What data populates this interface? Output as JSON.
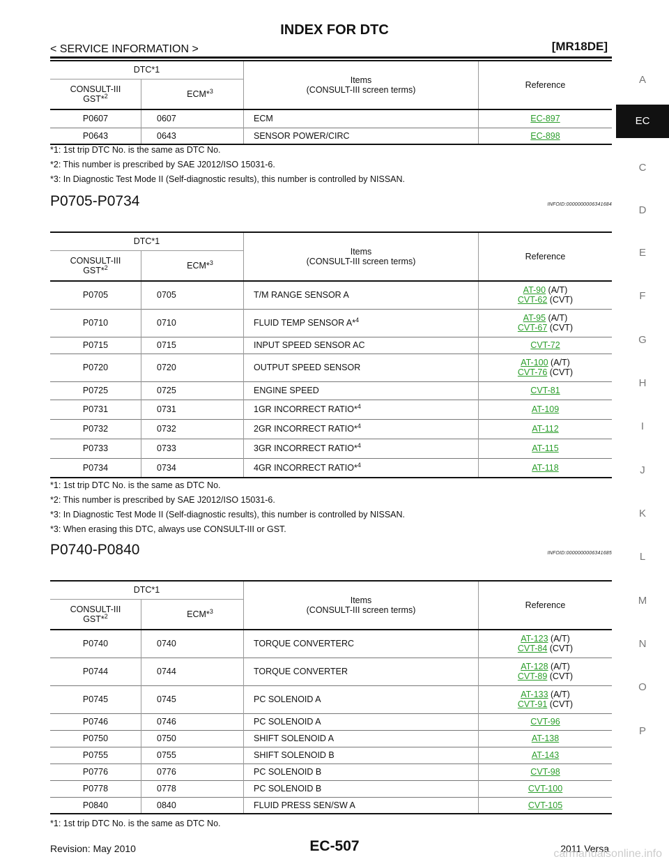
{
  "header": {
    "title": "INDEX FOR DTC",
    "left": "< SERVICE INFORMATION >",
    "right": "[MR18DE]"
  },
  "side_index": [
    "A",
    "EC",
    "C",
    "D",
    "E",
    "F",
    "G",
    "H",
    "I",
    "J",
    "K",
    "L",
    "M",
    "N",
    "O",
    "P"
  ],
  "table_header": {
    "dtc": "DTC*1",
    "consult": "CONSULT-III",
    "gst": "GST*",
    "gst_sup": "2",
    "ecm": "ECM*",
    "ecm_sup": "3",
    "items1": "Items",
    "items2": "(CONSULT-III screen terms)",
    "reference": "Reference"
  },
  "table1": {
    "rows": [
      {
        "consult": "P0607",
        "ecm": "0607",
        "item": "ECM",
        "sup": "",
        "refs": [
          {
            "link": "EC-897",
            "suffix": ""
          }
        ]
      },
      {
        "consult": "P0643",
        "ecm": "0643",
        "item": "SENSOR POWER/CIRC",
        "sup": "",
        "refs": [
          {
            "link": "EC-898",
            "suffix": ""
          }
        ]
      }
    ],
    "notes": [
      "*1: 1st trip DTC No. is the same as DTC No.",
      "*2: This number is prescribed by SAE J2012/ISO 15031-6.",
      "*3: In Diagnostic Test Mode II (Self-diagnostic results), this number is controlled by NISSAN."
    ]
  },
  "section2": {
    "title": "P0705-P0734",
    "infoid": "INFOID:0000000006341684",
    "rows": [
      {
        "consult": "P0705",
        "ecm": "0705",
        "item": "T/M RANGE SENSOR A",
        "sup": "",
        "refs": [
          {
            "link": "AT-90",
            "suffix": " (A/T)"
          },
          {
            "link": "CVT-62",
            "suffix": " (CVT)"
          }
        ]
      },
      {
        "consult": "P0710",
        "ecm": "0710",
        "item": "FLUID TEMP SENSOR A*",
        "sup": "4",
        "refs": [
          {
            "link": "AT-95",
            "suffix": " (A/T)"
          },
          {
            "link": "CVT-67",
            "suffix": " (CVT)"
          }
        ]
      },
      {
        "consult": "P0715",
        "ecm": "0715",
        "item": "INPUT SPEED SENSOR AC",
        "sup": "",
        "refs": [
          {
            "link": "CVT-72",
            "suffix": ""
          }
        ]
      },
      {
        "consult": "P0720",
        "ecm": "0720",
        "item": "OUTPUT SPEED SENSOR",
        "sup": "",
        "refs": [
          {
            "link": "AT-100",
            "suffix": " (A/T)"
          },
          {
            "link": "CVT-76",
            "suffix": " (CVT)"
          }
        ]
      },
      {
        "consult": "P0725",
        "ecm": "0725",
        "item": "ENGINE SPEED",
        "sup": "",
        "refs": [
          {
            "link": "CVT-81",
            "suffix": ""
          }
        ]
      },
      {
        "consult": "P0731",
        "ecm": "0731",
        "item": "1GR INCORRECT RATIO*",
        "sup": "4",
        "refs": [
          {
            "link": "AT-109",
            "suffix": ""
          }
        ]
      },
      {
        "consult": "P0732",
        "ecm": "0732",
        "item": "2GR INCORRECT RATIO*",
        "sup": "4",
        "refs": [
          {
            "link": "AT-112",
            "suffix": ""
          }
        ]
      },
      {
        "consult": "P0733",
        "ecm": "0733",
        "item": "3GR INCORRECT RATIO*",
        "sup": "4",
        "refs": [
          {
            "link": "AT-115",
            "suffix": ""
          }
        ]
      },
      {
        "consult": "P0734",
        "ecm": "0734",
        "item": "4GR INCORRECT RATIO*",
        "sup": "4",
        "refs": [
          {
            "link": "AT-118",
            "suffix": ""
          }
        ]
      }
    ],
    "notes": [
      "*1: 1st trip DTC No. is the same as DTC No.",
      "*2: This number is prescribed by SAE J2012/ISO 15031-6.",
      "*3: In Diagnostic Test Mode II (Self-diagnostic results), this number is controlled by NISSAN.",
      "*3: When erasing this DTC, always use CONSULT-III or GST."
    ]
  },
  "section3": {
    "title": "P0740-P0840",
    "infoid": "INFOID:0000000006341685",
    "rows": [
      {
        "consult": "P0740",
        "ecm": "0740",
        "item": "TORQUE CONVERTERC",
        "sup": "",
        "refs": [
          {
            "link": "AT-123",
            "suffix": " (A/T)"
          },
          {
            "link": "CVT-84",
            "suffix": " (CVT)"
          }
        ]
      },
      {
        "consult": "P0744",
        "ecm": "0744",
        "item": "TORQUE CONVERTER",
        "sup": "",
        "refs": [
          {
            "link": "AT-128",
            "suffix": " (A/T)"
          },
          {
            "link": "CVT-89",
            "suffix": " (CVT)"
          }
        ]
      },
      {
        "consult": "P0745",
        "ecm": "0745",
        "item": "PC SOLENOID A",
        "sup": "",
        "refs": [
          {
            "link": "AT-133",
            "suffix": " (A/T)"
          },
          {
            "link": "CVT-91",
            "suffix": " (CVT)"
          }
        ]
      },
      {
        "consult": "P0746",
        "ecm": "0746",
        "item": "PC SOLENOID A",
        "sup": "",
        "refs": [
          {
            "link": "CVT-96",
            "suffix": ""
          }
        ]
      },
      {
        "consult": "P0750",
        "ecm": "0750",
        "item": "SHIFT SOLENOID A",
        "sup": "",
        "refs": [
          {
            "link": "AT-138",
            "suffix": ""
          }
        ]
      },
      {
        "consult": "P0755",
        "ecm": "0755",
        "item": "SHIFT SOLENOID B",
        "sup": "",
        "refs": [
          {
            "link": "AT-143",
            "suffix": ""
          }
        ]
      },
      {
        "consult": "P0776",
        "ecm": "0776",
        "item": "PC SOLENOID B",
        "sup": "",
        "refs": [
          {
            "link": "CVT-98",
            "suffix": ""
          }
        ]
      },
      {
        "consult": "P0778",
        "ecm": "0778",
        "item": "PC SOLENOID B",
        "sup": "",
        "refs": [
          {
            "link": "CVT-100",
            "suffix": ""
          }
        ]
      },
      {
        "consult": "P0840",
        "ecm": "0840",
        "item": "FLUID PRESS SEN/SW A",
        "sup": "",
        "refs": [
          {
            "link": "CVT-105",
            "suffix": ""
          }
        ]
      }
    ],
    "notes": [
      "*1: 1st trip DTC No. is the same as DTC No."
    ]
  },
  "footer": {
    "revision": "Revision: May 2010",
    "page": "EC-507",
    "model": "2011 Versa",
    "watermark": "carmanualsonline.info"
  },
  "colors": {
    "link": "#2a9d2a",
    "side_active_bg": "#111111"
  }
}
